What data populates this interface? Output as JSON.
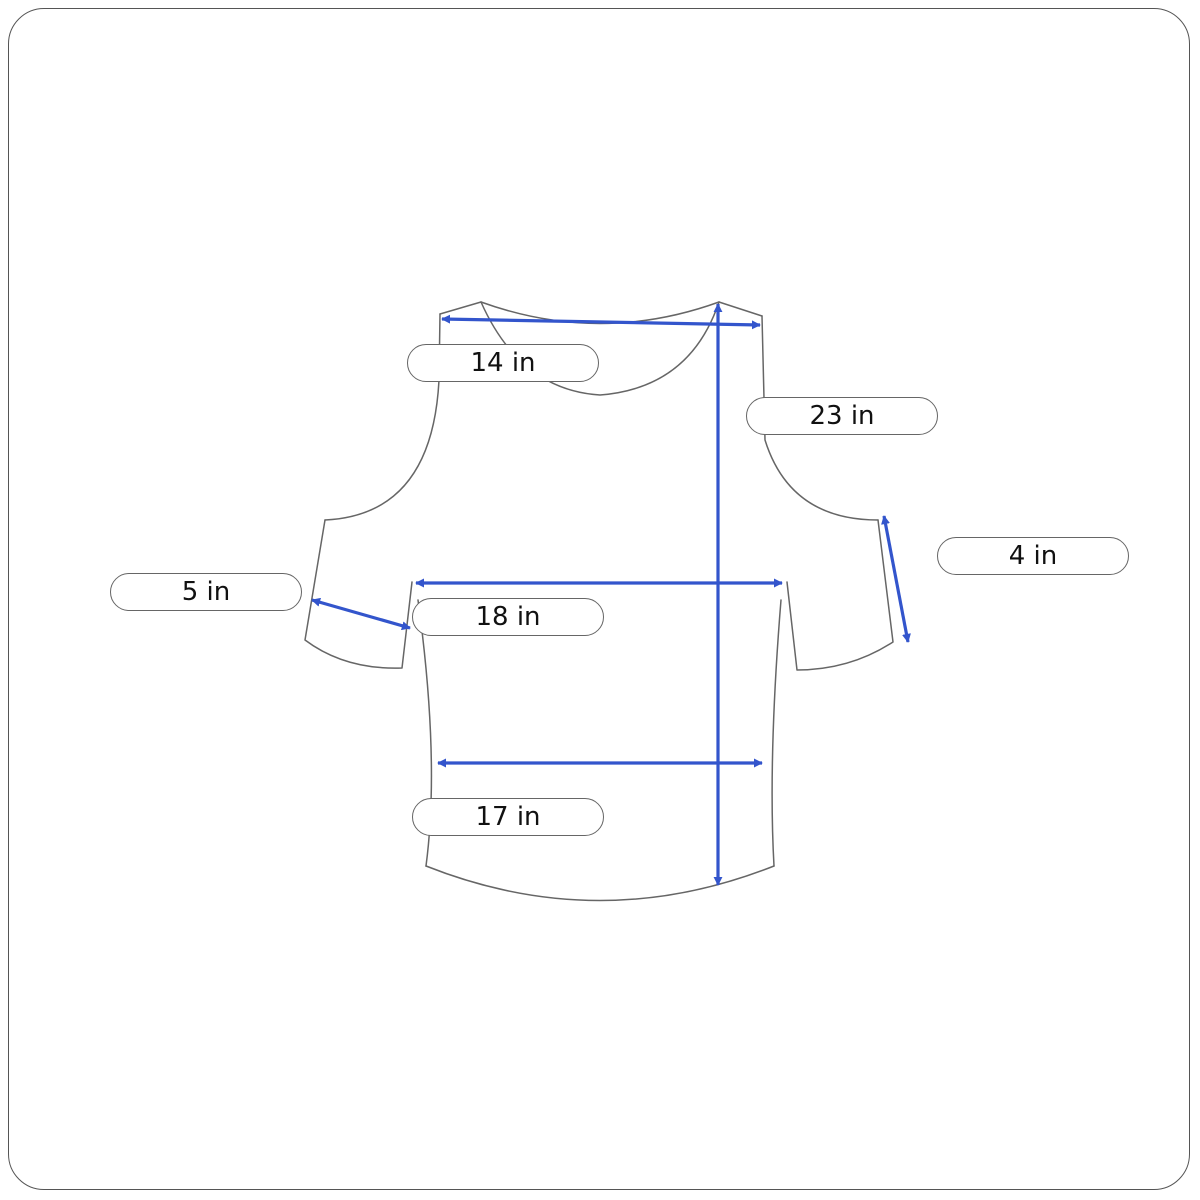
{
  "measurements": {
    "shoulder": "14 in",
    "length": "23 in",
    "sleeve_right": "4 in",
    "sleeve_left": "5 in",
    "chest": "18 in",
    "waist": "17 in"
  },
  "colors": {
    "outline": "#666666",
    "arrow": "#3355cc",
    "frame": "#555555"
  }
}
